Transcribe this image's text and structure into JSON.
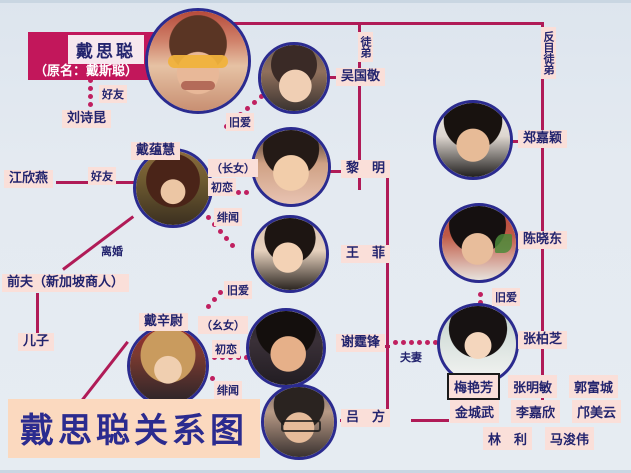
{
  "title": "戴思聪关系图",
  "colors": {
    "background": "#e3e9f0",
    "line": "#b01b57",
    "dot": "#c02060",
    "label_bg": "#fadfd9",
    "label_text": "#23246e",
    "header_bg": "#c2175b",
    "title_bg": "#fbd9bf",
    "title_text": "#2b2b8f",
    "circle_border": "#2b2b8f"
  },
  "header": {
    "name": "戴思聪",
    "alias": "（原名：戴斯聪）"
  },
  "people": {
    "dai_sicong": "戴思聪",
    "liu_shikun": "刘诗昆",
    "dai_yunhui": "戴蕴慧",
    "jiang_xinyan": "江欣燕",
    "ex_husband": "前夫（新加坡商人）",
    "son": "儿子",
    "dai_xinwei": "戴辛尉",
    "wu_guojing": "吴国敬",
    "li_ming": "黎　明",
    "wang_fei": "王　菲",
    "xie_tingfeng": "谢霆锋",
    "lv_fang": "吕　方",
    "zheng_jiaying": "郑嘉颖",
    "chen_xiaodong": "陈晓东",
    "zhang_baizhi": "张柏芝"
  },
  "relations": {
    "haoyou_1": "好友",
    "haoyou_2": "好友",
    "jiuai_1": "旧爱",
    "jiuai_2": "旧爱",
    "jiuai_3": "旧爱",
    "chulian_1": "初恋",
    "chulian_2": "初恋",
    "feiwen_1": "绯闻",
    "feiwen_2": "绯闻",
    "lihun": "离婚",
    "zhangnv": "（长女）",
    "yaonv": "（幺女）",
    "tudi": "徒弟",
    "fanmu_tudi": "反目徒弟",
    "fuqi": "夫妻"
  },
  "student_list": {
    "row1": [
      "梅艳芳",
      "张明敏",
      "郭富城"
    ],
    "row2": [
      "金城武",
      "李嘉欣",
      "邝美云"
    ],
    "row3": [
      "林　利",
      "马浚伟"
    ],
    "boxed": "梅艳芳"
  }
}
